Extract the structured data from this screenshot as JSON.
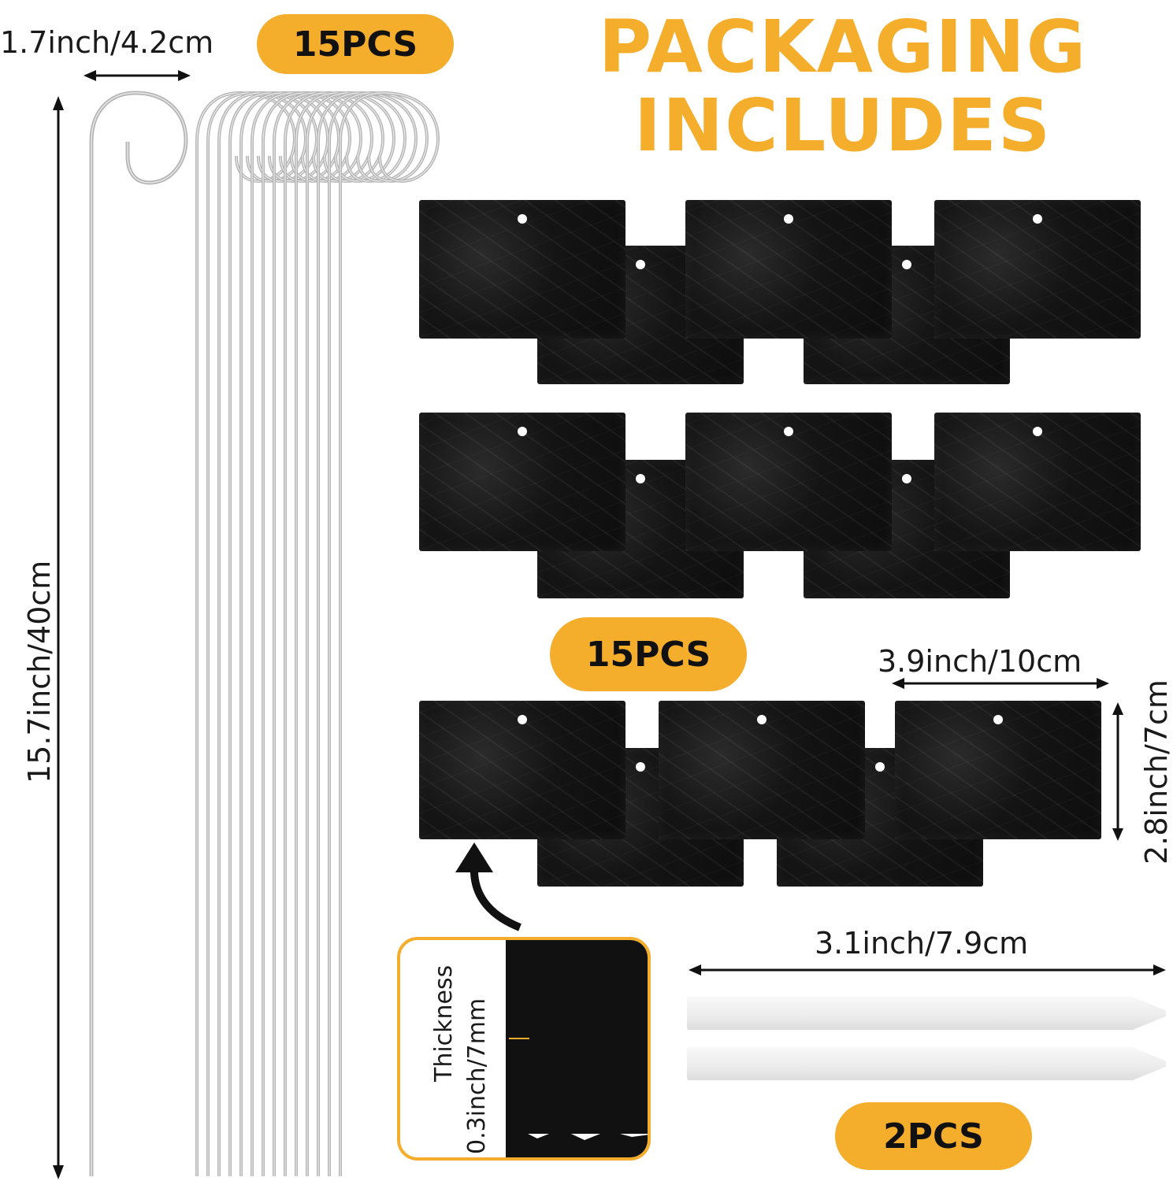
{
  "title": {
    "line1": "PACKAGING",
    "line2": "INCLUDES"
  },
  "stakes": {
    "count_label": "15PCS",
    "hook_width": "1.7inch/4.2cm",
    "length": "15.7inch/40cm"
  },
  "slates": {
    "count_label": "15PCS",
    "width": "3.9inch/10cm",
    "height": "2.8inch/7cm",
    "thickness_label": "Thickness",
    "thickness_value": "0.3inch/7mm"
  },
  "chalk": {
    "count_label": "2PCS",
    "length": "3.1inch/7.9cm"
  },
  "colors": {
    "accent": "#f5ad2c",
    "slate": "#121212",
    "metal": "#b5b5b5"
  },
  "icons": [
    "double-arrow-icon",
    "curved-arrow-icon"
  ]
}
